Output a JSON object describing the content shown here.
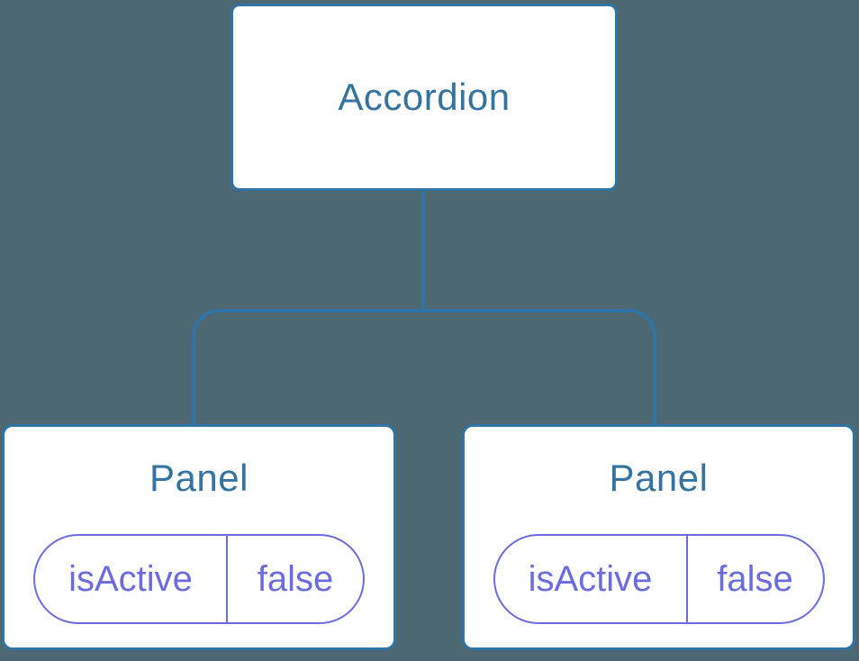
{
  "colors": {
    "background": "#4d6873",
    "node_fill": "#ffffff",
    "node_border": "#2f74a4",
    "node_text": "#35749f",
    "connector": "#2f74a4",
    "state_accent": "#6c6ce0"
  },
  "tree": {
    "root": {
      "label": "Accordion"
    },
    "children": [
      {
        "label": "Panel",
        "state": {
          "key": "isActive",
          "value": "false"
        }
      },
      {
        "label": "Panel",
        "state": {
          "key": "isActive",
          "value": "false"
        }
      }
    ]
  }
}
